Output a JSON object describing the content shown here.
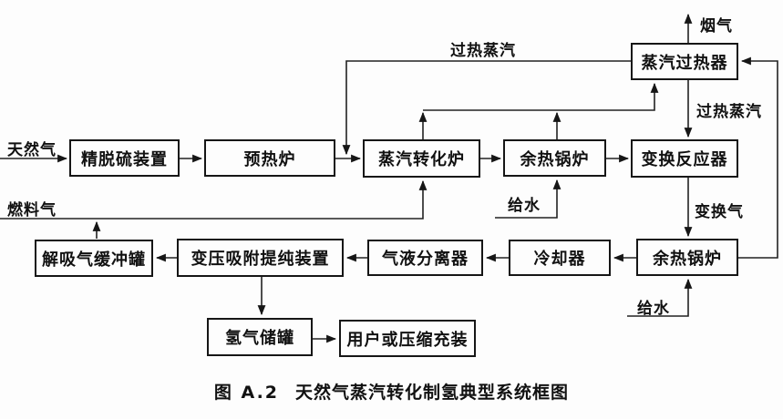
{
  "diagram": {
    "nodes": {
      "desulfurizer": "精脱硫装置",
      "preheater": "预热炉",
      "reformer": "蒸汽转化炉",
      "waste_heat_boiler": "余热锅炉",
      "superheater": "蒸汽过热器",
      "shift_reactor": "变换反应器",
      "cooler": "冷却器",
      "separator": "气液分离器",
      "psa_unit": "变压吸附提纯装置",
      "desorption_buffer_tank": "解吸气缓冲罐",
      "hydrogen_tank": "氢气储罐",
      "users_compression": "用户或压缩充装"
    },
    "streams": {
      "natural_gas": "天然气",
      "fuel_gas": "燃料气",
      "superheated_steam": "过热蒸汽",
      "flue_gas": "烟气",
      "shift_gas": "变换气",
      "feed_water": "给水"
    },
    "caption": {
      "figure_no": "图 A.2",
      "title": "天然气蒸汽转化制氢典型系统框图"
    },
    "colors": {
      "line": "#222222",
      "border": "#161616",
      "background": "#fdfdfd",
      "text": "#111111"
    }
  }
}
